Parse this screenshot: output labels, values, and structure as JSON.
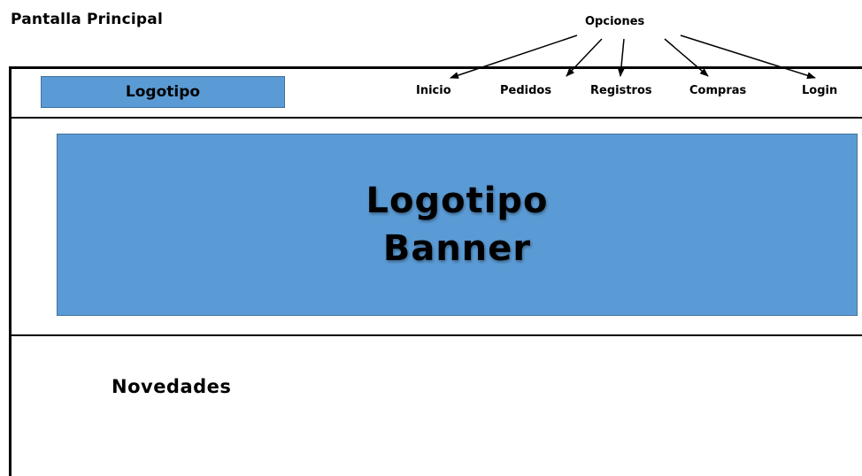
{
  "page_title": "Pantalla Principal",
  "options_label": "Opciones",
  "header": {
    "logo_label": "Logotipo",
    "nav": [
      "Inicio",
      "Pedidos",
      "Registros",
      "Compras",
      "Login"
    ]
  },
  "banner": {
    "line1": "Logotipo",
    "line2": "Banner"
  },
  "news": {
    "title": "Novedades"
  },
  "colors": {
    "block_fill": "#5b9bd5",
    "block_border": "#41719c",
    "lines": "#000000"
  }
}
